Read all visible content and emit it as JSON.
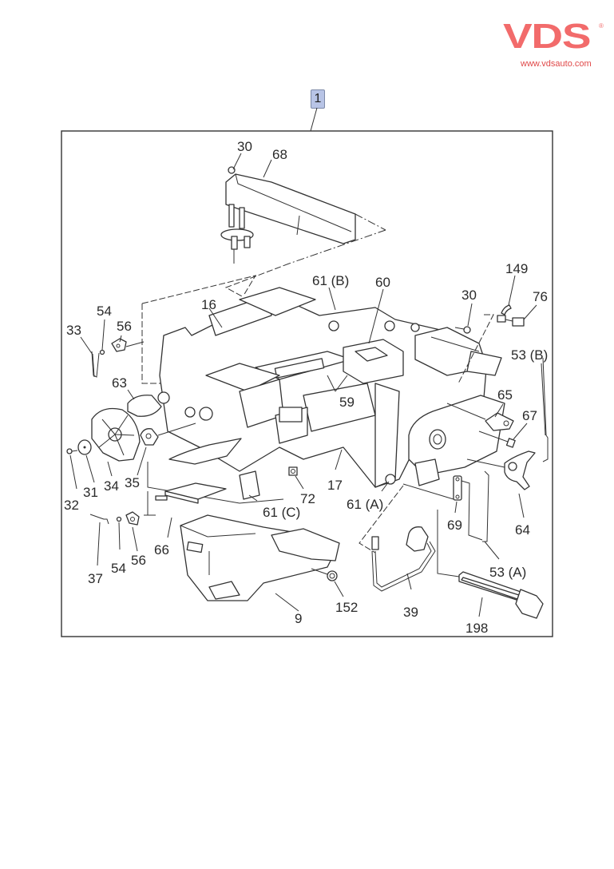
{
  "brand": {
    "logo_text": "VDS",
    "registered_mark": "®",
    "website": "www.vdsauto.com",
    "color": "#f26b6b"
  },
  "diagram": {
    "reference_number": "1",
    "reference_box_color": "#b8c4e6",
    "callouts": {
      "c30_top": "30",
      "c68": "68",
      "c61B": "61 (B)",
      "c60": "60",
      "c30_right": "30",
      "c149": "149",
      "c76": "76",
      "c54_top": "54",
      "c33": "33",
      "c56_top": "56",
      "c16": "16",
      "c63": "63",
      "c59": "59",
      "c65": "65",
      "c53B": "53 (B)",
      "c67": "67",
      "c35": "35",
      "c34": "34",
      "c31": "31",
      "c32": "32",
      "c72": "72",
      "c17": "17",
      "c61A": "61 (A)",
      "c61C": "61 (C)",
      "c69": "69",
      "c64": "64",
      "c66": "66",
      "c56_bottom": "56",
      "c54_bottom": "54",
      "c37": "37",
      "c53A": "53 (A)",
      "c152": "152",
      "c39": "39",
      "c9": "9",
      "c198": "198"
    }
  }
}
